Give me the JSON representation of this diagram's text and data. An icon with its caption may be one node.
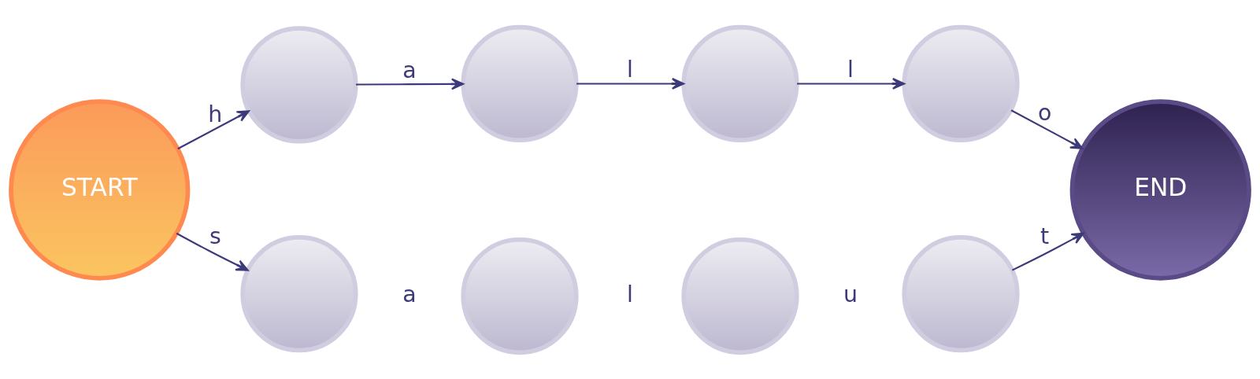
{
  "diagram": {
    "nodes": [
      {
        "text": [
          "START"
        ]
      },
      {
        "text": [],
        "shape": "circle"
      },
      {
        "text": [],
        "shape": "circle"
      },
      {
        "text": [],
        "shape": "circle"
      },
      {
        "text": [],
        "shape": "circle"
      },
      {
        "text": [
          "END"
        ]
      },
      {
        "text": [],
        "shape": "circle"
      },
      {
        "text": [],
        "shape": "circle"
      },
      {
        "text": [],
        "shape": "circle"
      },
      {
        "text": [],
        "shape": "circle"
      }
    ],
    "edges": [
      {
        "from": 0,
        "to": 1,
        "arrow": "to",
        "label": "h"
      },
      {
        "from": 1,
        "to": 2,
        "arrow": "to",
        "label": "a"
      },
      {
        "from": 2,
        "to": 3,
        "arrow": "to",
        "label": "l"
      },
      {
        "from": 3,
        "to": 4,
        "arrow": "to",
        "label": "l"
      },
      {
        "from": 4,
        "to": 5,
        "arrow": "to",
        "label": "o"
      },
      {
        "from": 0,
        "to": 6,
        "arrow": "to",
        "label": "s"
      },
      {
        "from": 9,
        "to": 5,
        "arrow": "to",
        "label": "t"
      }
    ],
    "labels": [
      "a",
      "l",
      "u"
    ]
  }
}
